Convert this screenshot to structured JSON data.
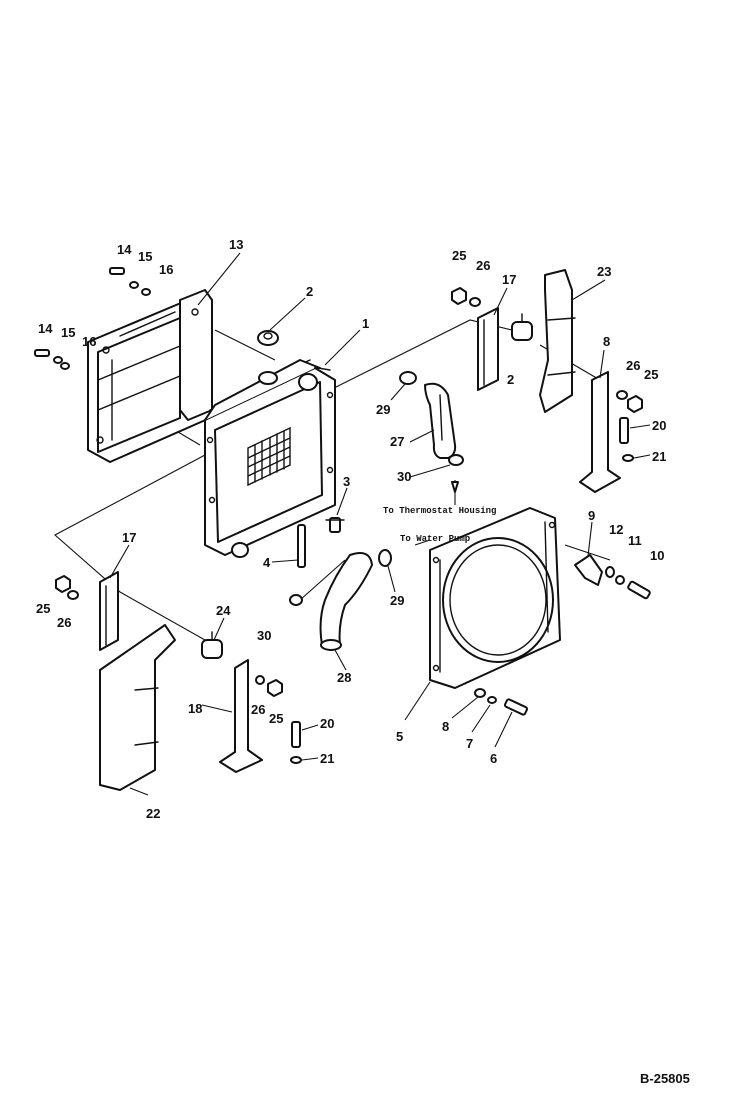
{
  "diagram": {
    "figure_code": "B-25805",
    "notes": {
      "thermostat": "To Thermostat Housing",
      "water_pump": "To Water Pump"
    },
    "callouts": {
      "c1": "1",
      "c2": "2",
      "c2b": "2",
      "c3": "3",
      "c4": "4",
      "c5": "5",
      "c6": "6",
      "c7": "7",
      "c8a": "8",
      "c8b": "8",
      "c9": "9",
      "c10": "10",
      "c11": "11",
      "c12": "12",
      "c13": "13",
      "c14a": "14",
      "c14b": "14",
      "c15a": "15",
      "c15b": "15",
      "c16a": "16",
      "c16b": "16",
      "c17a": "17",
      "c17b": "17",
      "c18": "18",
      "c20a": "20",
      "c20b": "20",
      "c21a": "21",
      "c21b": "21",
      "c22": "22",
      "c23": "23",
      "c24": "24",
      "c25a": "25",
      "c25b": "25",
      "c25c": "25",
      "c25d": "25",
      "c26a": "26",
      "c26b": "26",
      "c26c": "26",
      "c26d": "26",
      "c27": "27",
      "c28": "28",
      "c29a": "29",
      "c29b": "29",
      "c30a": "30",
      "c30b": "30"
    }
  }
}
